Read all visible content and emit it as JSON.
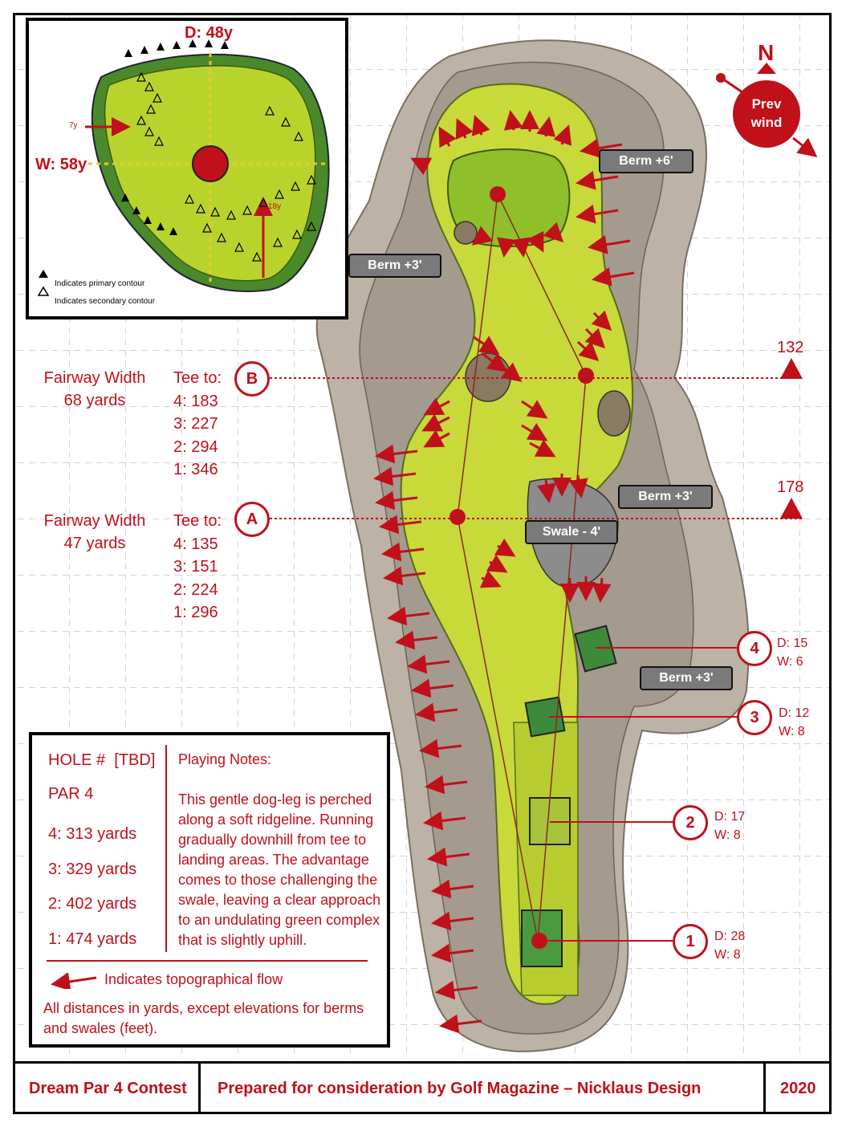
{
  "compass": {
    "north": "N",
    "wind_line1": "Prev",
    "wind_line2": "wind"
  },
  "inset": {
    "depth_label": "D: 48y",
    "width_label": "W: 58y",
    "dim_7": "7y",
    "dim_18": "18y",
    "legend_primary": "Indicates primary contour",
    "legend_secondary": "Indicates secondary contour"
  },
  "berms": {
    "b1": "Berm +6'",
    "b2": "Berm +3'",
    "b3": "Berm +3'",
    "swale": "Swale - 4'",
    "b4": "Berm +3'"
  },
  "landing_b": {
    "marker": "B",
    "fw_line1": "Fairway Width",
    "fw_line2": "68 yards",
    "tee_title": "Tee to:",
    "tees": [
      "4: 183",
      "3: 227",
      "2: 294",
      "1: 346"
    ],
    "flag_value": "132"
  },
  "landing_a": {
    "marker": "A",
    "fw_line1": "Fairway Width",
    "fw_line2": "47 yards",
    "tee_title": "Tee to:",
    "tees": [
      "4: 135",
      "3: 151",
      "2: 224",
      "1: 296"
    ],
    "flag_value": "178"
  },
  "tees": [
    {
      "num": "4",
      "d": "D: 15",
      "w": "W: 6"
    },
    {
      "num": "3",
      "d": "D: 12",
      "w": "W: 8"
    },
    {
      "num": "2",
      "d": "D: 17",
      "w": "W: 8"
    },
    {
      "num": "1",
      "d": "D: 28",
      "w": "W: 8"
    }
  ],
  "info": {
    "hole": "HOLE #  [TBD]",
    "par": "PAR 4",
    "yards": [
      "4: 313 yards",
      "3: 329 yards",
      "2: 402 yards",
      "1: 474 yards"
    ],
    "notes_title": "Playing Notes:",
    "notes": [
      "This gentle dog-leg is perched",
      "along a soft ridgeline. Running",
      "gradually downhill from tee to",
      "landing areas. The advantage",
      "comes to those challenging the",
      "swale, leaving a clear approach",
      "to an undulating green complex",
      "that is slightly uphill."
    ],
    "flow_legend": "Indicates topographical flow",
    "units_line1": "All distances in yards, except elevations for berms",
    "units_line2": "and swales (feet)."
  },
  "footer": {
    "left": "Dream Par 4 Contest",
    "center": "Prepared for consideration by Golf Magazine – Nicklaus Design",
    "right": "2020"
  },
  "colors": {
    "accent": "#c0101a",
    "fairway": "#c8d93a",
    "green": "#9dc52b",
    "rough": "#9a8e82"
  }
}
